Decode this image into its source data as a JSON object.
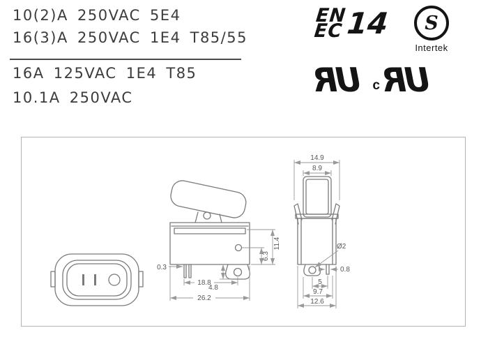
{
  "ratings": {
    "line1": "10(2)A 250VAC 5E4",
    "line2": "16(3)A 250VAC 1E4 T85/55",
    "line3": "16A 125VAC 1E4 T85",
    "line4": "10.1A 250VAC"
  },
  "certifications": {
    "enec": {
      "top": "EN",
      "bottom": "EC",
      "number": "14"
    },
    "intertek": {
      "letter": "S",
      "name": "Intertek"
    },
    "ul": {
      "us_mark": "UR",
      "canada_prefix": "c",
      "canada_mark": "UR"
    }
  },
  "drawing": {
    "front_view_markings": "I I O",
    "dims": {
      "d0_3": "0.3",
      "d18_8": "18.8",
      "d26_2": "26.2",
      "d4_8": "4.8",
      "d6_3": "6.3",
      "d11_4": "11.4",
      "d14_9": "14.9",
      "d8_9": "8.9",
      "dia2": "Ø2",
      "d0_8": "0.8",
      "d5": "5",
      "d9_7": "9.7",
      "d12_6": "12.6"
    }
  },
  "colors": {
    "text": "#3c3c3c",
    "logo": "#141414",
    "object_line": "#7a7a7a",
    "dimension_line": "#999999"
  }
}
